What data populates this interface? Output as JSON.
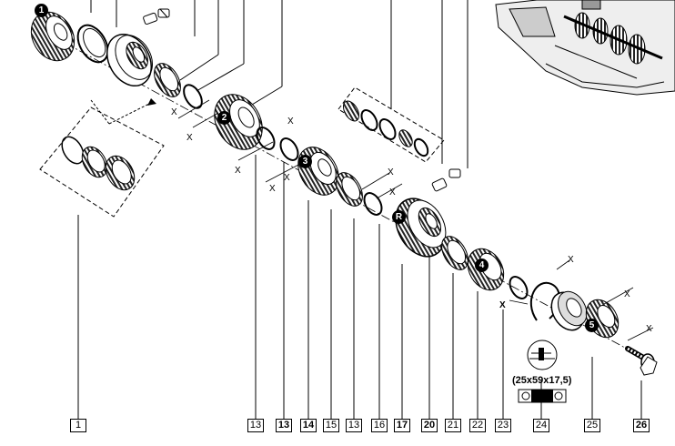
{
  "diagram": {
    "gear_markers": [
      "1",
      "2",
      "3",
      "R",
      "4",
      "5"
    ],
    "ref_labels": [
      {
        "text": "1",
        "bold": false
      },
      {
        "text": "13",
        "bold": false
      },
      {
        "text": "13",
        "bold": true
      },
      {
        "text": "14",
        "bold": true
      },
      {
        "text": "15",
        "bold": false
      },
      {
        "text": "13",
        "bold": false
      },
      {
        "text": "16",
        "bold": false
      },
      {
        "text": "17",
        "bold": true
      },
      {
        "text": "20",
        "bold": true
      },
      {
        "text": "21",
        "bold": false
      },
      {
        "text": "22",
        "bold": false
      },
      {
        "text": "23",
        "bold": false
      },
      {
        "text": "24",
        "bold": false
      },
      {
        "text": "25",
        "bold": false
      },
      {
        "text": "26",
        "bold": true
      }
    ],
    "bearing_spec": "(25x59x17,5)",
    "x_marks": [
      "X",
      "X",
      "X",
      "X",
      "X",
      "X",
      "X",
      "X",
      "X",
      "X",
      "X",
      "X"
    ]
  }
}
